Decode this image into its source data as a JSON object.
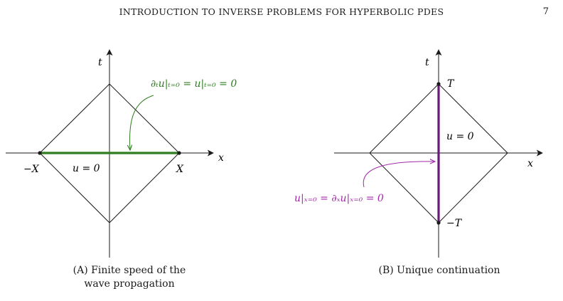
{
  "header": {
    "running_title": "INTRODUCTION TO INVERSE PROBLEMS FOR HYPERBOLIC PDES",
    "page_number": "7"
  },
  "figure_a": {
    "t_axis": "t",
    "x_axis": "x",
    "left_point": "−X",
    "right_point": "X",
    "region_label": "u = 0",
    "annotation": "∂ₜu|ₜ₌₀ = u|ₜ₌₀ = 0",
    "caption_line1": "(A) Finite speed of the",
    "caption_line2": "wave propagation",
    "highlight_color": "#2e7d1f"
  },
  "figure_b": {
    "t_axis": "t",
    "x_axis": "x",
    "top_point": "T",
    "bottom_point": "−T",
    "region_label": "u = 0",
    "annotation": "u|ₓ₌₀ = ∂ₓu|ₓ₌₀ = 0",
    "caption": "(B) Unique continuation",
    "highlight_color": "#6a1b7a",
    "annotation_color": "#a12aa8"
  }
}
